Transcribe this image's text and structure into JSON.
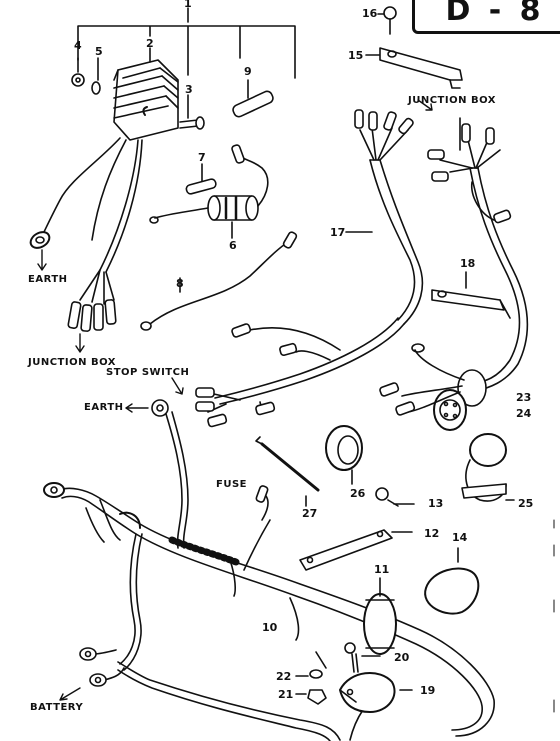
{
  "title": "D - 8",
  "labels": {
    "junction_box_top": "JUNCTION BOX",
    "junction_box_left": "JUNCTION BOX",
    "earth_left": "EARTH",
    "earth_mid": "EARTH",
    "stop_switch": "STOP SWITCH",
    "fuse": "FUSE",
    "battery": "BATTERY"
  },
  "parts": {
    "p1": "1",
    "p2": "2",
    "p3": "3",
    "p4": "4",
    "p5": "5",
    "p6": "6",
    "p7": "7",
    "p8": "8",
    "p9": "9",
    "p10": "10",
    "p11": "11",
    "p12": "12",
    "p13": "13",
    "p14": "14",
    "p15": "15",
    "p16": "16",
    "p17": "17",
    "p18": "18",
    "p19": "19",
    "p20": "20",
    "p21": "21",
    "p22": "22",
    "p23": "23",
    "p24": "24",
    "p25": "25",
    "p26": "26",
    "p27": "27"
  },
  "colors": {
    "ink": "#111111",
    "paper": "#ffffff"
  }
}
